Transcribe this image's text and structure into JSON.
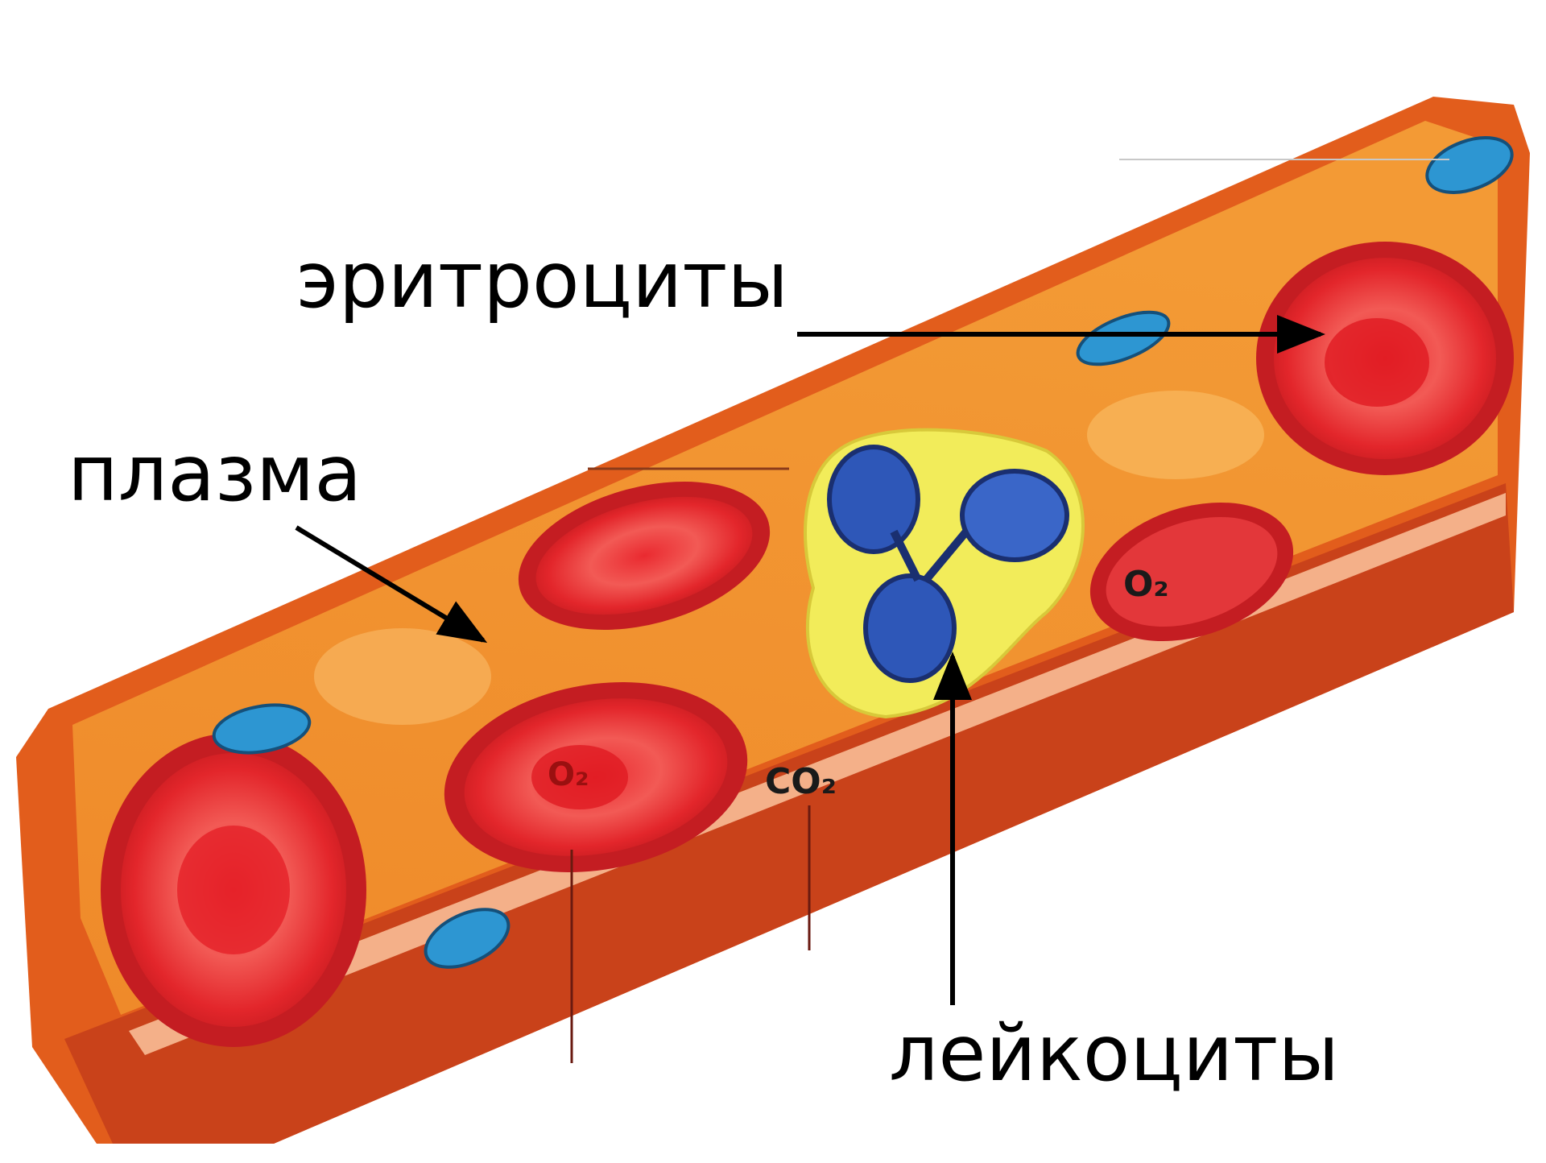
{
  "labels": {
    "erythrocytes": "эритроциты",
    "plasma": "плазма",
    "leukocytes": "лейкоциты",
    "o2_upper": "O₂",
    "o2_lower": "O₂",
    "co2": "CO₂"
  },
  "colors": {
    "vessel_wall": "#e8641c",
    "vessel_inner": "#f08a2a",
    "vessel_rim": "#f6b086",
    "vessel_dark": "#c8461a",
    "erythrocyte": "#e5252d",
    "erythrocyte_center": "#f04a4a",
    "leukocyte_cytoplasm": "#f2ec5a",
    "leukocyte_nucleus": "#2e57b8",
    "platelet": "#2d96d2",
    "arrow": "#000000"
  }
}
